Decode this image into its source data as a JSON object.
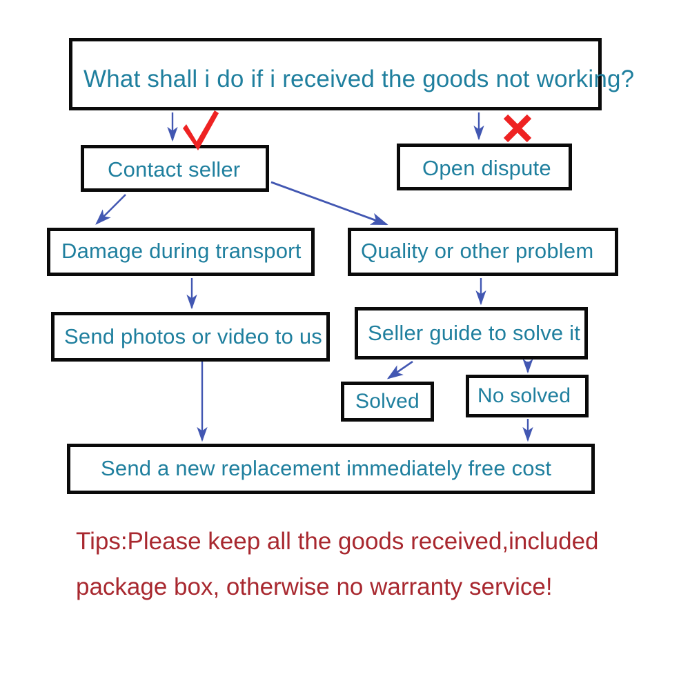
{
  "diagram": {
    "title": "Warranty / defective goods handling flowchart",
    "colors": {
      "box_border": "#0a0a0a",
      "box_fill": "#ffffff",
      "node_text": "#1f7f9e",
      "connector": "#4257b2",
      "check_mark": "#ee2222",
      "cross_mark": "#ee2222",
      "tips_text": "#a8282f",
      "background": "#ffffff"
    },
    "nodes": [
      {
        "id": "question",
        "label": "What shall i do if i received the goods not working?"
      },
      {
        "id": "contact",
        "label": "Contact seller"
      },
      {
        "id": "dispute",
        "label": "Open dispute"
      },
      {
        "id": "damage",
        "label": "Damage during transport"
      },
      {
        "id": "quality",
        "label": "Quality or other problem"
      },
      {
        "id": "photos",
        "label": "Send photos or video to us"
      },
      {
        "id": "guide",
        "label": "Seller guide to solve it"
      },
      {
        "id": "solved",
        "label": "Solved"
      },
      {
        "id": "nosolved",
        "label": "No solved"
      },
      {
        "id": "replace",
        "label": "Send a new replacement immediately free cost"
      }
    ],
    "marks": [
      {
        "id": "check",
        "glyph": "√",
        "meaning": "recommended-path",
        "near_node": "contact"
      },
      {
        "id": "cross",
        "glyph": "✕",
        "meaning": "discouraged-path",
        "near_node": "dispute"
      }
    ],
    "edges": [
      {
        "from": "question",
        "to": "contact",
        "style": "vertical-arrow"
      },
      {
        "from": "question",
        "to": "dispute",
        "style": "vertical-arrow"
      },
      {
        "from": "contact",
        "to": "damage",
        "style": "diagonal-arrow"
      },
      {
        "from": "contact",
        "to": "quality",
        "style": "diagonal-arrow"
      },
      {
        "from": "damage",
        "to": "photos",
        "style": "vertical-arrow"
      },
      {
        "from": "quality",
        "to": "guide",
        "style": "vertical-arrow"
      },
      {
        "from": "guide",
        "to": "solved",
        "style": "diagonal-arrow"
      },
      {
        "from": "guide",
        "to": "nosolved",
        "style": "vertical-arrow"
      },
      {
        "from": "photos",
        "to": "replace",
        "style": "vertical-arrow"
      },
      {
        "from": "nosolved",
        "to": "replace",
        "style": "vertical-arrow"
      }
    ]
  },
  "tips": {
    "line1": "Tips:Please keep all the goods received,included",
    "line2": "package box, otherwise no warranty service!"
  }
}
